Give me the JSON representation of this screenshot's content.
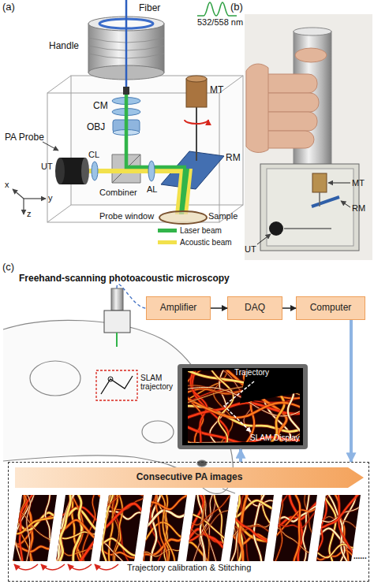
{
  "diagram": {
    "title": "Freehand-scanning photoacoustic microscopy",
    "nodes": [
      {
        "text": [
          "Amplifier"
        ]
      },
      {
        "text": [
          "DAQ"
        ]
      },
      {
        "text": [
          "Computer"
        ]
      },
      {
        "text": [
          "Trajectory",
          "SLAM Display"
        ]
      },
      {
        "text": [
          "Trajectory calibration & Stitching"
        ]
      },
      {
        "text": [
          "Consecutive PA images"
        ],
        "in": 4
      }
    ],
    "edges": [
      {
        "from": 0,
        "to": 1,
        "arrow": "to"
      },
      {
        "from": 1,
        "to": 2,
        "arrow": "to"
      },
      {
        "from": 2,
        "to": 4,
        "arrow": "to"
      },
      {
        "from": 4,
        "to": 3,
        "arrow": "to"
      }
    ],
    "labels": [
      "(a)",
      "Fiber",
      "532/558 nm",
      "Handle",
      "CM",
      "OBJ",
      "MT",
      "PA Probe",
      "CL",
      "UT",
      "Combiner",
      "AL",
      "RM",
      "x",
      "z",
      "y",
      "Probe window",
      "Sample",
      "(b)",
      "MT",
      "RM",
      "UT",
      "(c)",
      "SLAM trajectory",
      "......"
    ],
    "legend": [
      {
        "text": "Laser beam",
        "color": "#32b44a"
      },
      {
        "text": "Acoustic beam",
        "color": "#f2e14c"
      }
    ]
  }
}
